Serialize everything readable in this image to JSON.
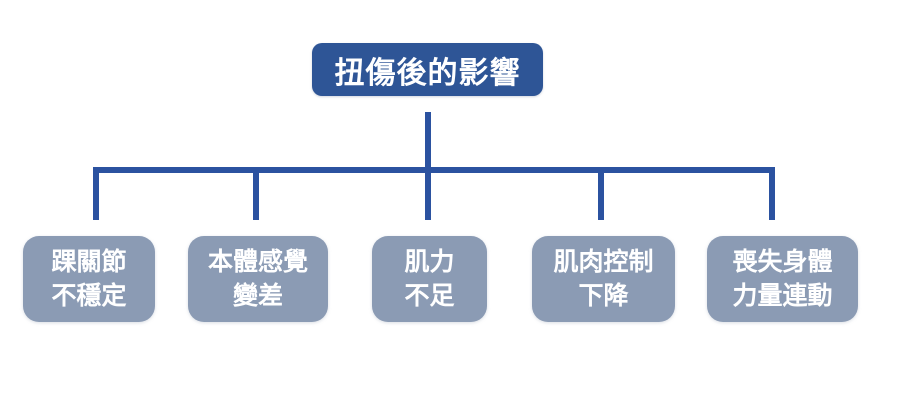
{
  "diagram": {
    "type": "tree",
    "title": "扭傷後的影響",
    "root": {
      "label": "扭傷後的影響"
    },
    "children": [
      {
        "id": "ankle-instability",
        "lines": [
          "踝關節",
          "不穩定"
        ]
      },
      {
        "id": "proprioception-decline",
        "lines": [
          "本體感覺",
          "變差"
        ]
      },
      {
        "id": "muscle-weakness",
        "lines": [
          "肌力",
          "不足"
        ]
      },
      {
        "id": "muscle-control-decline",
        "lines": [
          "肌肉控制",
          "下降"
        ]
      },
      {
        "id": "loss-of-body-linkage",
        "lines": [
          "喪失身體",
          "力量連動"
        ]
      }
    ],
    "colors": {
      "background": "#FFFFFF",
      "root_fill": "#2E5596",
      "child_fill": "#8B9BB4",
      "connector": "#2B52A0",
      "text": "#FFFFFF"
    }
  }
}
